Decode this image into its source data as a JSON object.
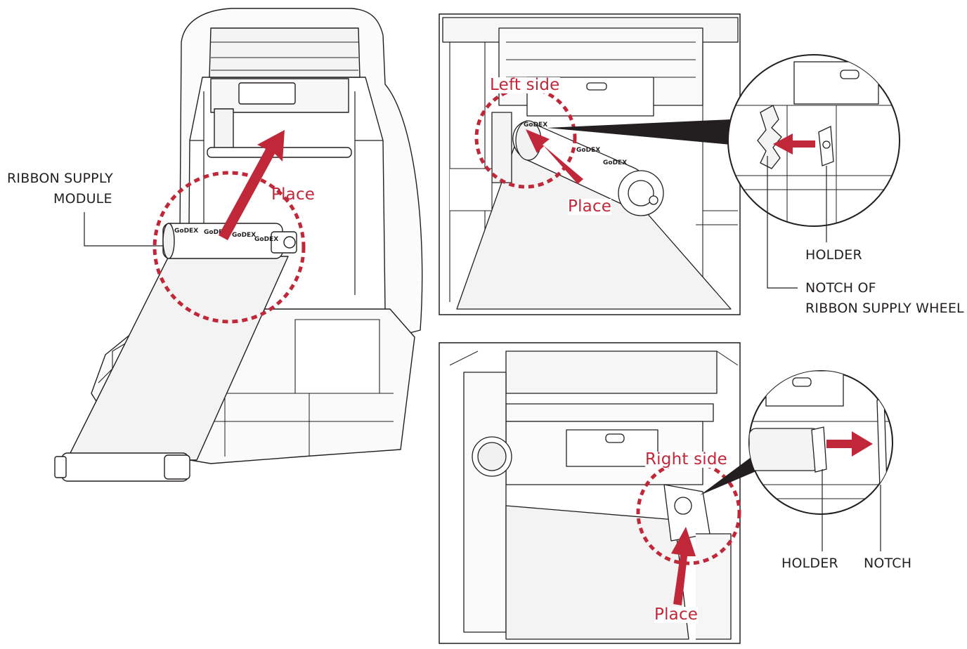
{
  "colors": {
    "accent": "#c0283a",
    "line": "#231f20",
    "fill_light": "#f2f2f2",
    "background": "#ffffff"
  },
  "brand_text": "GoDEX",
  "overview": {
    "module_label_line1": "RIBBON SUPPLY",
    "module_label_line2": "MODULE",
    "place_label": "Place"
  },
  "left_detail": {
    "side_label": "Left side",
    "place_label": "Place",
    "holder_label": "HOLDER",
    "notch_label_line1": "NOTCH OF",
    "notch_label_line2": "RIBBON SUPPLY WHEEL"
  },
  "right_detail": {
    "side_label": "Right side",
    "place_label": "Place",
    "holder_label": "HOLDER",
    "notch_label": "NOTCH"
  }
}
